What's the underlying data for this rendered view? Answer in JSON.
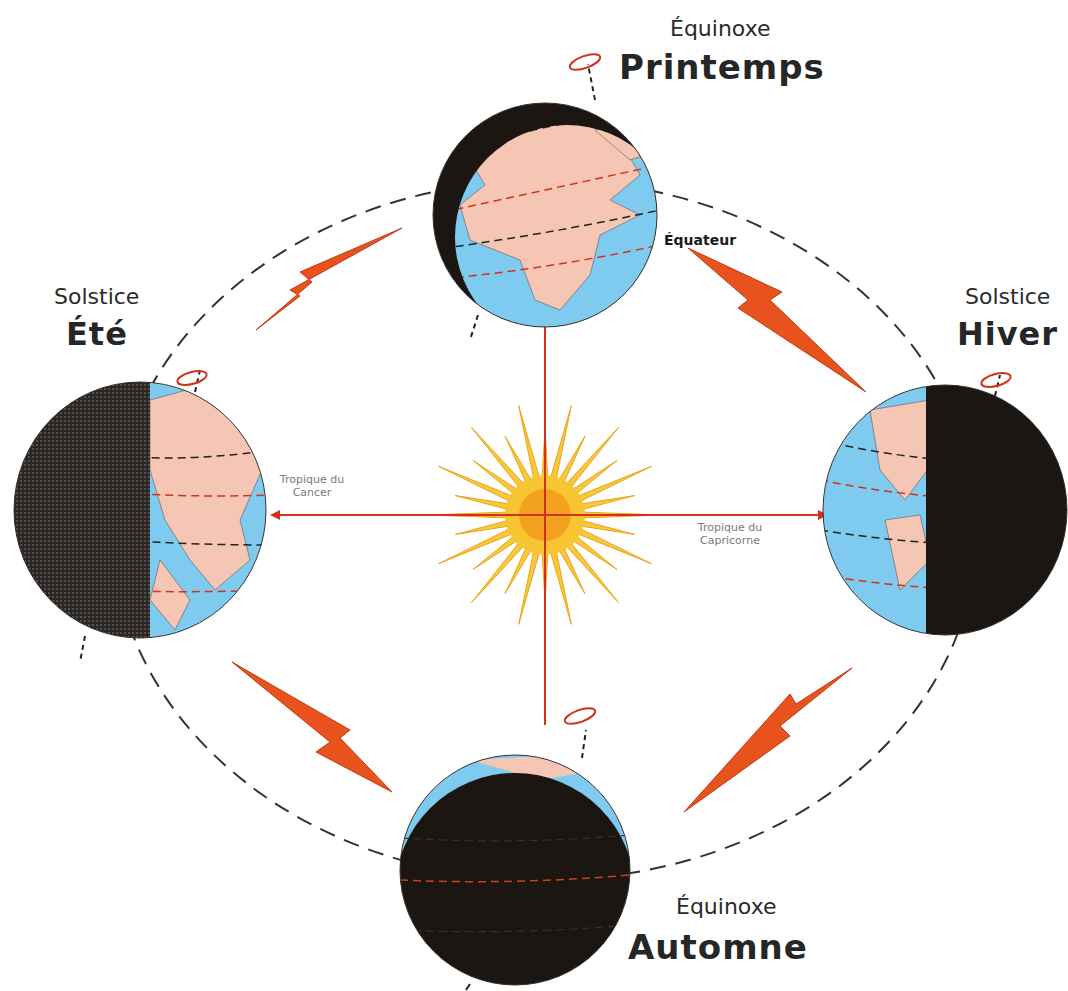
{
  "diagram": {
    "labels": [
      "Équinoxe",
      "Printemps",
      "Équateur",
      "Solstice",
      "Été",
      "Tropique du Cancer",
      "Tropique du Capricorne",
      "Solstice",
      "Hiver",
      "Équinoxe",
      "Automne"
    ]
  }
}
